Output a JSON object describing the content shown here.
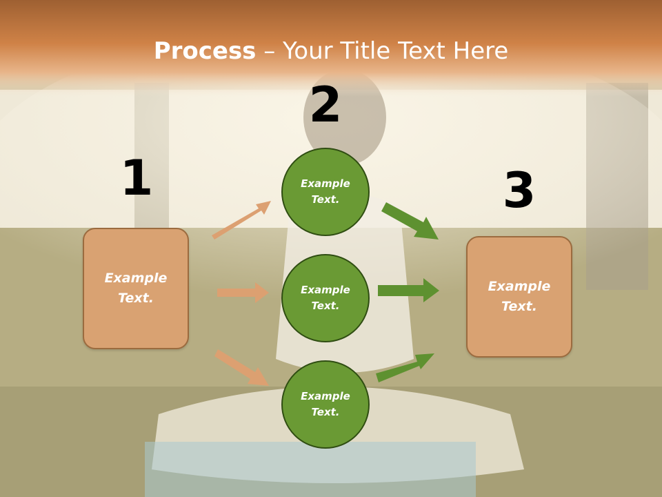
{
  "title": {
    "strong": "Process",
    "rest": " – Your Title Text Here"
  },
  "numbers": [
    "1",
    "2",
    "3"
  ],
  "left_box": {
    "label": "Example\nText."
  },
  "right_box": {
    "label": "Example\nText."
  },
  "circles": [
    {
      "label": "Example\nText."
    },
    {
      "label": "Example\nText."
    },
    {
      "label": "Example\nText."
    }
  ],
  "colors": {
    "header": "#c8783c",
    "box_fill": "#d9a272",
    "circle_fill": "#6a9a34",
    "orange_arrow": "#dca071",
    "green_arrow": "#5e9130"
  }
}
